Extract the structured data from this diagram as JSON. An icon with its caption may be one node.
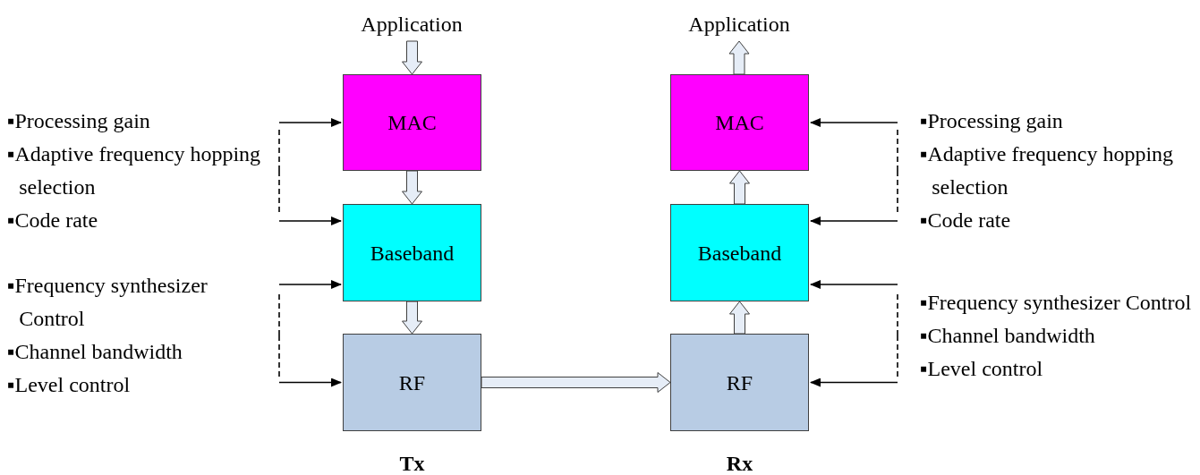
{
  "diagram": {
    "nodes": [
      {
        "text": [
          "Application"
        ]
      },
      {
        "text": [
          "MAC"
        ]
      },
      {
        "text": [
          "Baseband"
        ]
      },
      {
        "text": [
          "RF"
        ]
      },
      {
        "text": [
          "▪Processing gain",
          "▪Adaptive frequency hopping selection",
          "▪Code rate"
        ]
      },
      {
        "text": [
          "▪Frequency synthesizer Control",
          "▪Channel bandwidth",
          "▪Level control"
        ]
      },
      {
        "text": [
          "Application"
        ]
      },
      {
        "text": [
          "MAC"
        ]
      },
      {
        "text": [
          "Baseband"
        ]
      },
      {
        "text": [
          "RF"
        ]
      },
      {
        "text": [
          "▪Processing gain",
          "▪Adaptive frequency hopping selection",
          "▪Code rate"
        ]
      },
      {
        "text": [
          "▪Frequency synthesizer Control",
          "▪Channel bandwidth",
          "▪Level control"
        ]
      }
    ],
    "edges": [
      {
        "from": 0,
        "to": 1,
        "arrow": "to",
        "style": "thick"
      },
      {
        "from": 1,
        "to": 2,
        "arrow": "to",
        "style": "thick"
      },
      {
        "from": 2,
        "to": 3,
        "arrow": "to",
        "style": "thick"
      },
      {
        "from": 3,
        "to": 9,
        "arrow": "to",
        "style": "thick"
      },
      {
        "from": 9,
        "to": 8,
        "arrow": "to",
        "style": "thick"
      },
      {
        "from": 8,
        "to": 7,
        "arrow": "to",
        "style": "thick"
      },
      {
        "from": 7,
        "to": 6,
        "arrow": "to",
        "style": "thick"
      },
      {
        "from": 4,
        "to": 1,
        "arrow": "to",
        "style": "dashed"
      },
      {
        "from": 4,
        "to": 2,
        "arrow": "to",
        "style": "dashed"
      },
      {
        "from": 5,
        "to": 2,
        "arrow": "to",
        "style": "dashed"
      },
      {
        "from": 5,
        "to": 3,
        "arrow": "to",
        "style": "dashed"
      },
      {
        "from": 10,
        "to": 7,
        "arrow": "to",
        "style": "dashed"
      },
      {
        "from": 10,
        "to": 8,
        "arrow": "to",
        "style": "dashed"
      },
      {
        "from": 11,
        "to": 8,
        "arrow": "to",
        "style": "dashed"
      },
      {
        "from": 11,
        "to": 9,
        "arrow": "to",
        "style": "dashed"
      }
    ],
    "labels": [
      "Tx",
      "Rx"
    ]
  }
}
